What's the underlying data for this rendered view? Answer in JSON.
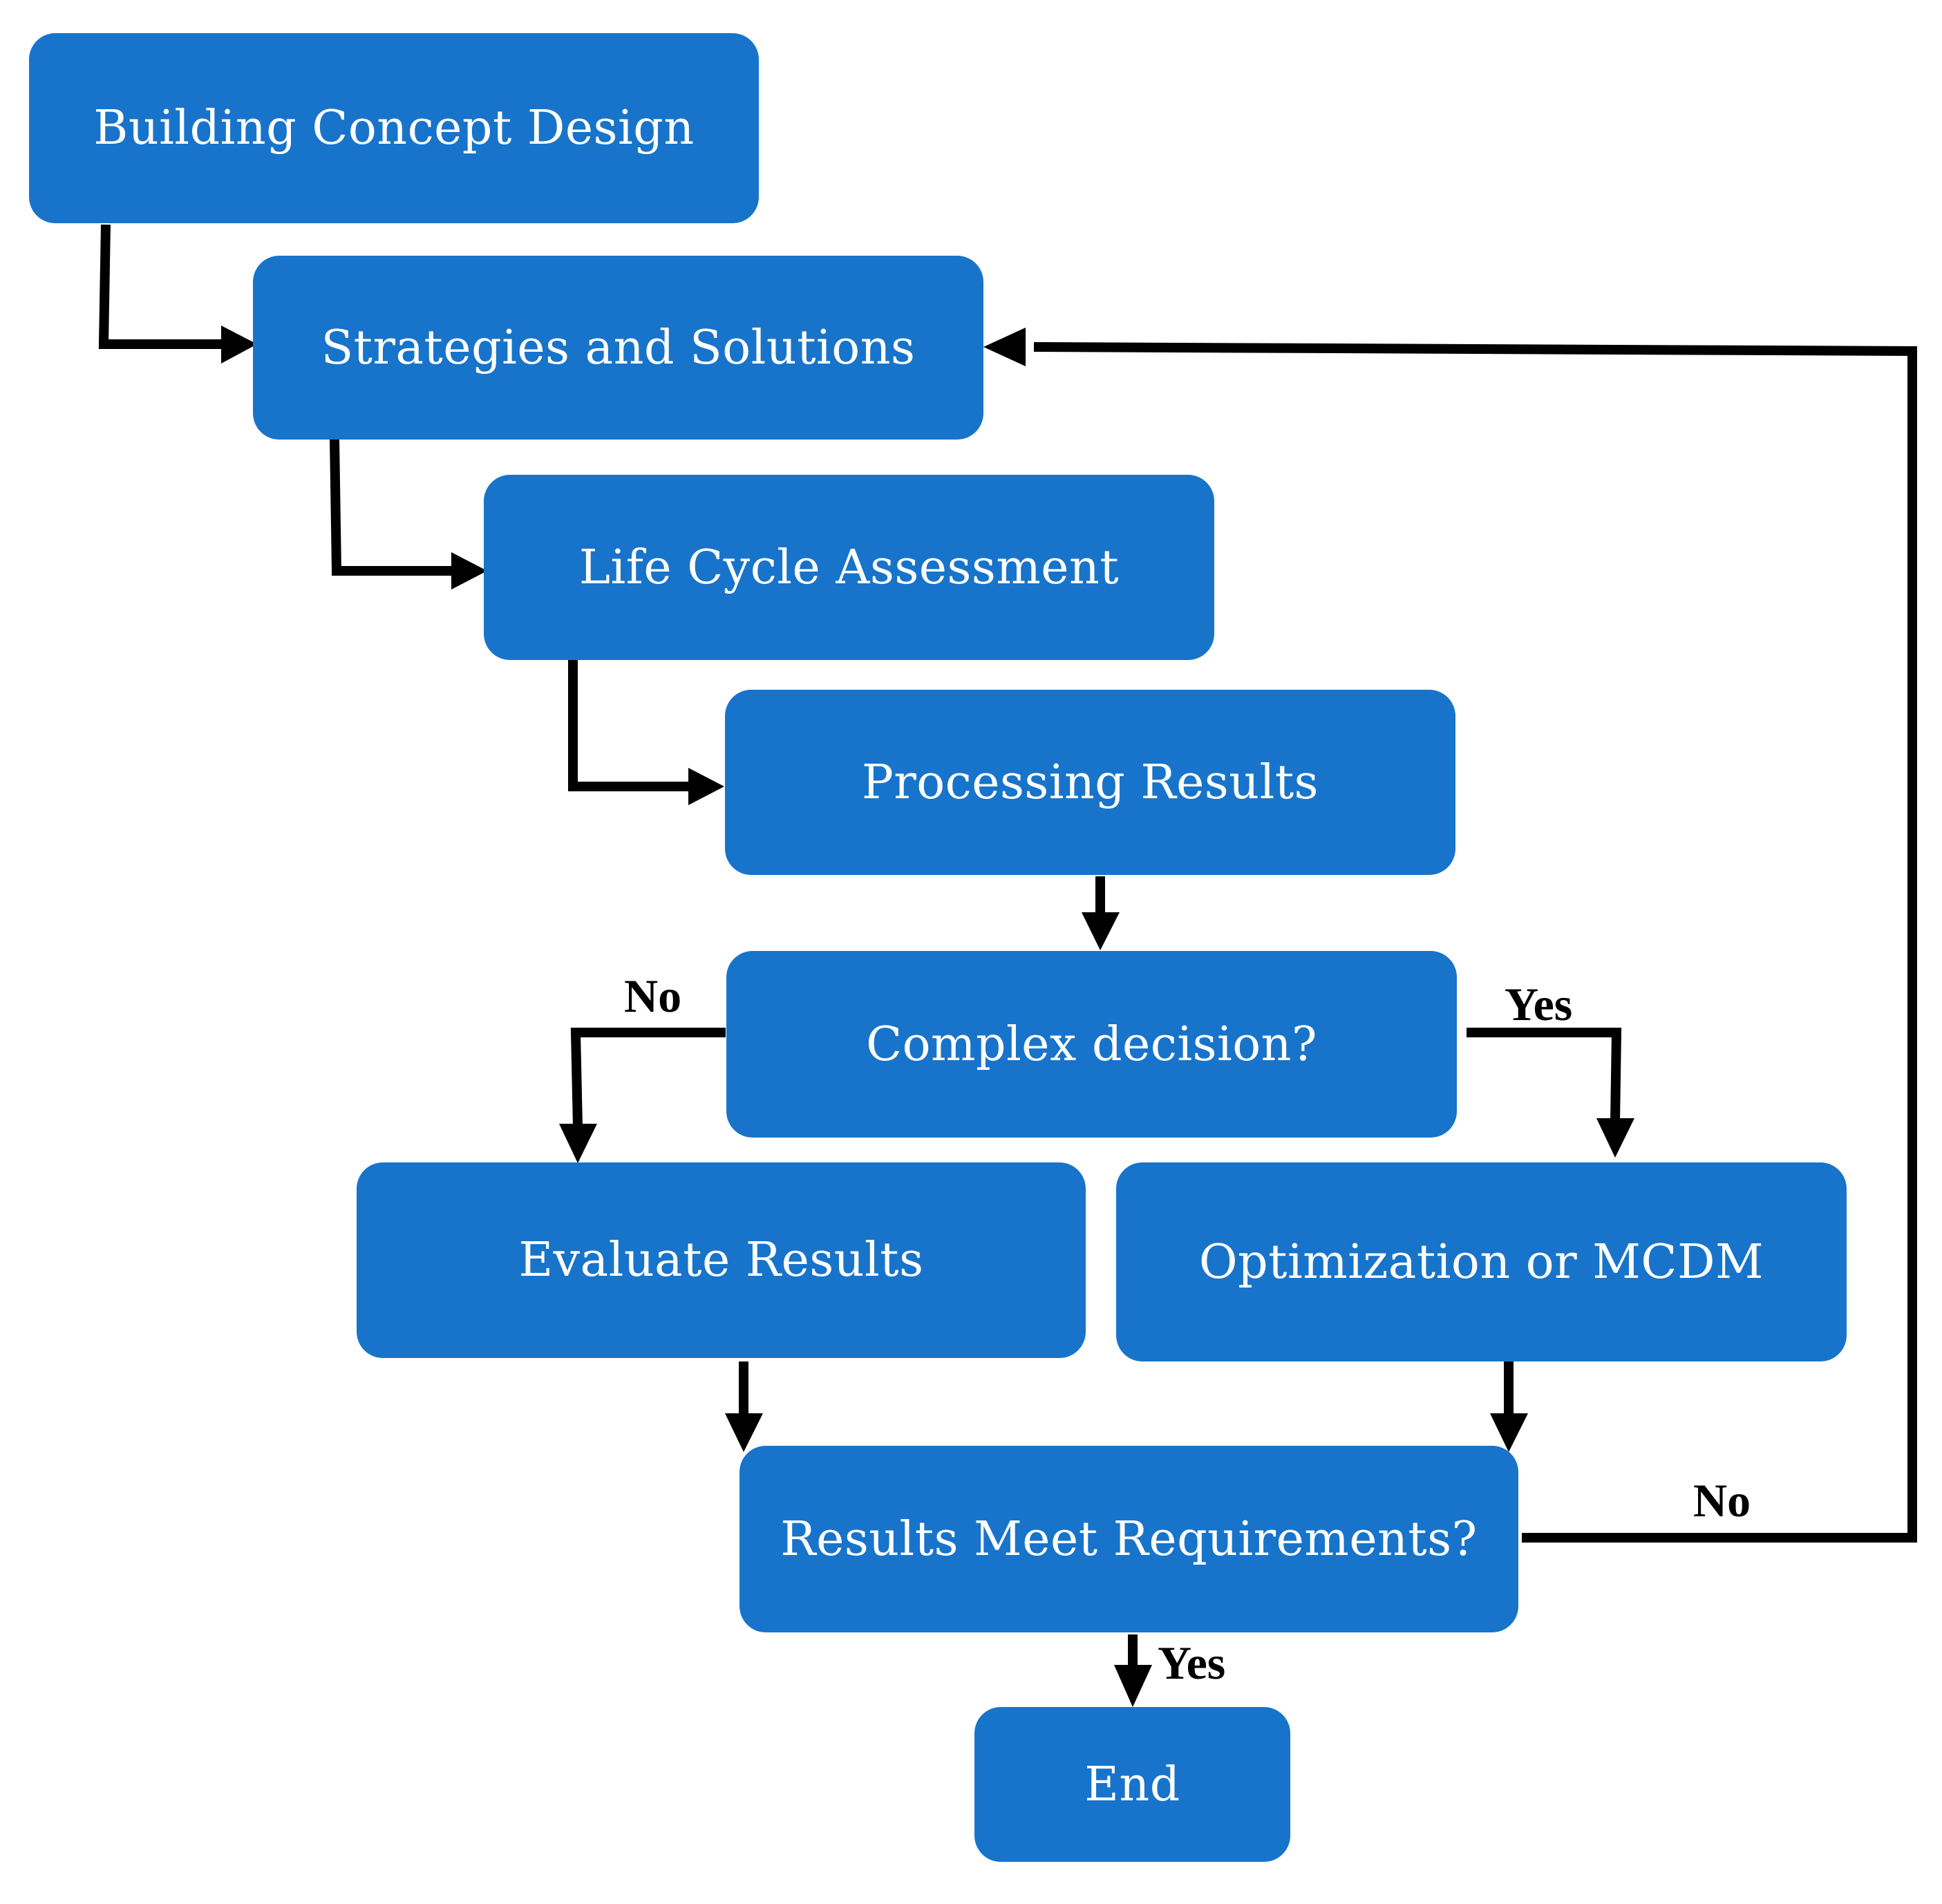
{
  "colors": {
    "box_fill": "#1874CA",
    "box_text": "#FFFFFF",
    "connector": "#000000",
    "label_text": "#000000"
  },
  "nodes": {
    "building_concept_design": "Building Concept Design",
    "strategies_and_solutions": "Strategies and Solutions",
    "life_cycle_assessment": "Life Cycle Assessment",
    "processing_results": "Processing Results",
    "complex_decision": "Complex decision?",
    "evaluate_results": "Evaluate Results",
    "optimization_or_mcdm": "Optimization or MCDM",
    "results_meet_requirements": "Results Meet Requirements?",
    "end": "End"
  },
  "edge_labels": {
    "complex_no": "No",
    "complex_yes": "Yes",
    "requirements_no": "No",
    "requirements_yes": "Yes"
  }
}
